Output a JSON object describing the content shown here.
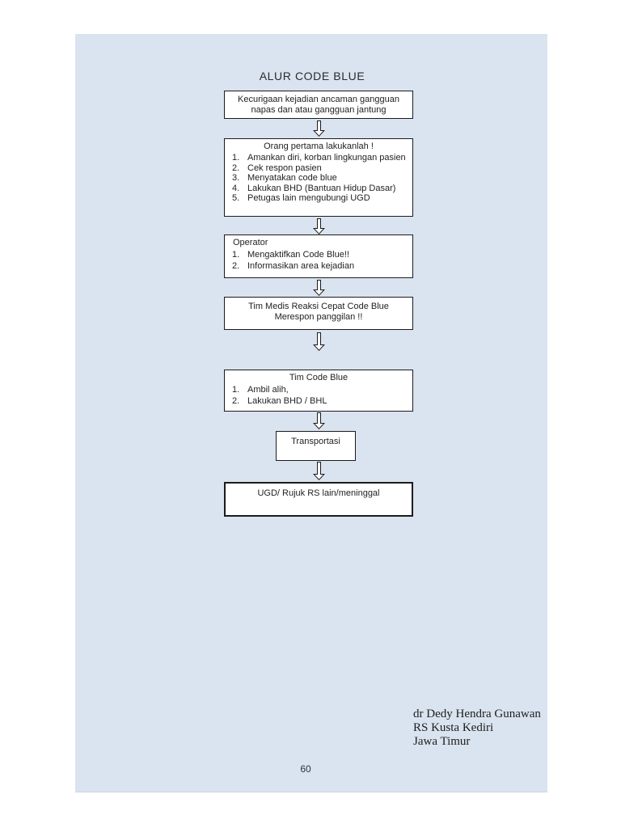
{
  "colors": {
    "page_background": "#dae3f0",
    "box_fill": "#ffffff",
    "line": "#1c1c1c"
  },
  "doc": {
    "title": "ALUR CODE BLUE",
    "page_number": "60",
    "signature": {
      "line1": "dr Dedy Hendra Gunawan",
      "line2": "RS Kusta Kediri",
      "line3": "Jawa Timur"
    }
  },
  "flow": {
    "box1": {
      "line1": "Kecurigaan kejadian ancaman gangguan",
      "line2": "napas dan atau gangguan jantung"
    },
    "box2": {
      "header": "Orang pertama lakukanlah !",
      "items": [
        {
          "num": "1.",
          "text": "Amankan diri, korban lingkungan pasien"
        },
        {
          "num": "2.",
          "text": "Cek respon pasien"
        },
        {
          "num": "3.",
          "text": "Menyatakan code blue"
        },
        {
          "num": "4.",
          "text": "Lakukan BHD (Bantuan Hidup Dasar)"
        },
        {
          "num": "5.",
          "text": "Petugas lain mengubungi UGD"
        }
      ]
    },
    "box3": {
      "header": "Operator",
      "items": [
        {
          "num": "1.",
          "text": "Mengaktifkan Code Blue!!"
        },
        {
          "num": "2.",
          "text": "Informasikan area kejadian"
        }
      ]
    },
    "box4": {
      "line1": "Tim Medis Reaksi Cepat Code Blue",
      "line2": "Merespon panggilan !!"
    },
    "box5": {
      "header": "Tim Code Blue",
      "items": [
        {
          "num": "1.",
          "text": "Ambil alih,"
        },
        {
          "num": "2.",
          "text": "Lakukan BHD / BHL"
        }
      ]
    },
    "box6": {
      "label": "Transportasi"
    },
    "box7": {
      "label": "UGD/ Rujuk RS lain/meninggal"
    }
  }
}
